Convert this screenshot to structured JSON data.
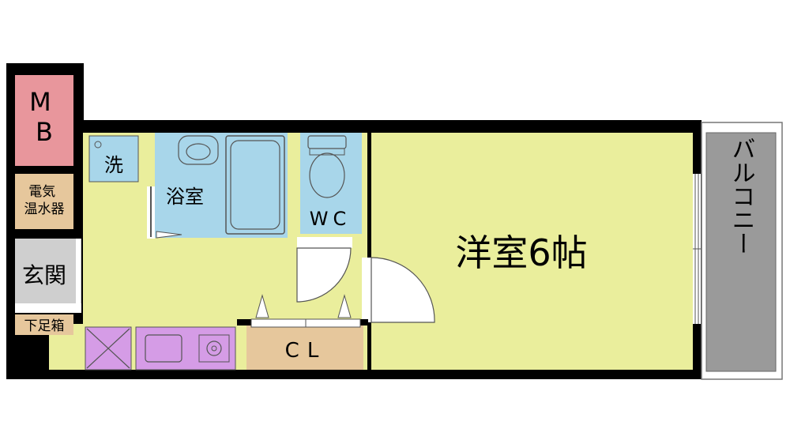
{
  "rooms": {
    "mb": "MB",
    "water_heater_line1": "電気",
    "water_heater_line2": "温水器",
    "entrance": "玄関",
    "shoe_box": "下足箱",
    "washer": "洗",
    "bathroom": "浴室",
    "wc": "WC",
    "closet": "CL",
    "western_room": "洋室6帖",
    "balcony": "バルコニー"
  },
  "colors": {
    "wall": "#000000",
    "floor": "#eaee9c",
    "water_area": "#a8d6ea",
    "mb": "#e8969c",
    "storage": "#e6c79c",
    "kitchen": "#d59ce6",
    "balcony": "#9a9a9a",
    "entrance": "#cfcfcf"
  }
}
